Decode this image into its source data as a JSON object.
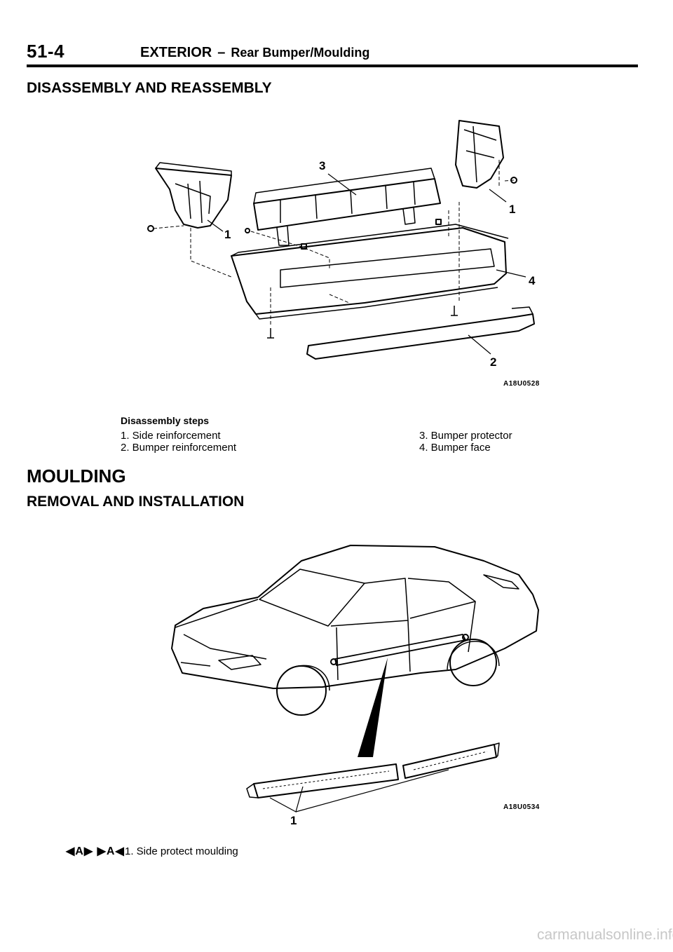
{
  "header": {
    "page_number": "51-4",
    "section": "EXTERIOR",
    "separator": "–",
    "subsection": "Rear Bumper/Moulding"
  },
  "disassembly": {
    "heading": "DISASSEMBLY AND REASSEMBLY",
    "figure_code": "A18U0528",
    "callouts": [
      "1",
      "1",
      "2",
      "3",
      "4"
    ],
    "steps_title": "Disassembly steps",
    "steps": [
      "1. Side reinforcement",
      "2. Bumper reinforcement",
      "3. Bumper protector",
      "4. Bumper face"
    ]
  },
  "moulding": {
    "heading": "MOULDING",
    "subheading": "REMOVAL AND INSTALLATION",
    "figure_code": "A18U0534",
    "callout": "1",
    "step_marks": "◀A▶ ▶A◀",
    "item": "1. Side protect moulding"
  },
  "footer": {
    "watermark": "carmanualsonline.info"
  }
}
